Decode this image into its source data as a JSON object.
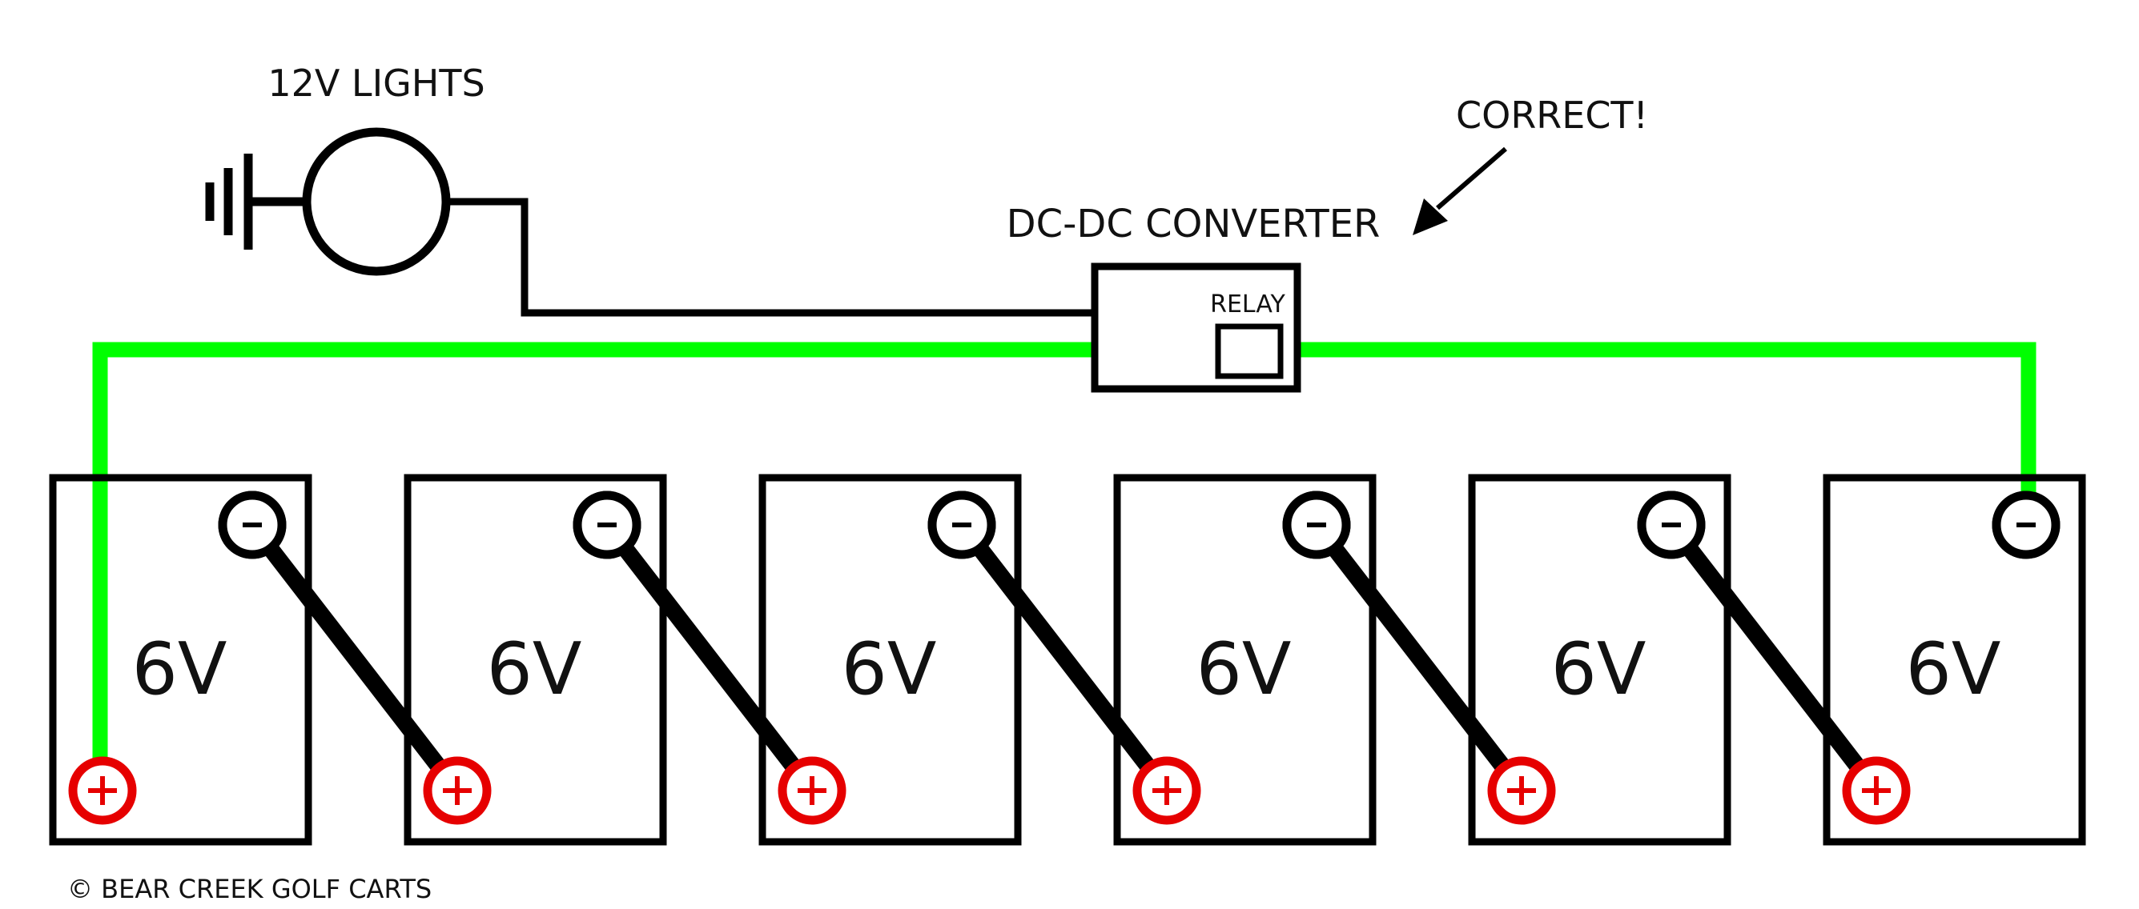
{
  "labels": {
    "lights": "12V LIGHTS",
    "converter": "DC-DC CONVERTER",
    "relay": "RELAY",
    "correct": "CORRECT!",
    "copyright": "© BEAR CREEK GOLF CARTS"
  },
  "batteries": [
    {
      "voltage": "6V",
      "positive": "+",
      "negative": "-"
    },
    {
      "voltage": "6V",
      "positive": "+",
      "negative": "-"
    },
    {
      "voltage": "6V",
      "positive": "+",
      "negative": "-"
    },
    {
      "voltage": "6V",
      "positive": "+",
      "negative": "-"
    },
    {
      "voltage": "6V",
      "positive": "+",
      "negative": "-"
    },
    {
      "voltage": "6V",
      "positive": "+",
      "negative": "-"
    }
  ],
  "colors": {
    "wire_green": "#00ff00",
    "positive_red": "#e60000",
    "line_black": "#000000"
  }
}
